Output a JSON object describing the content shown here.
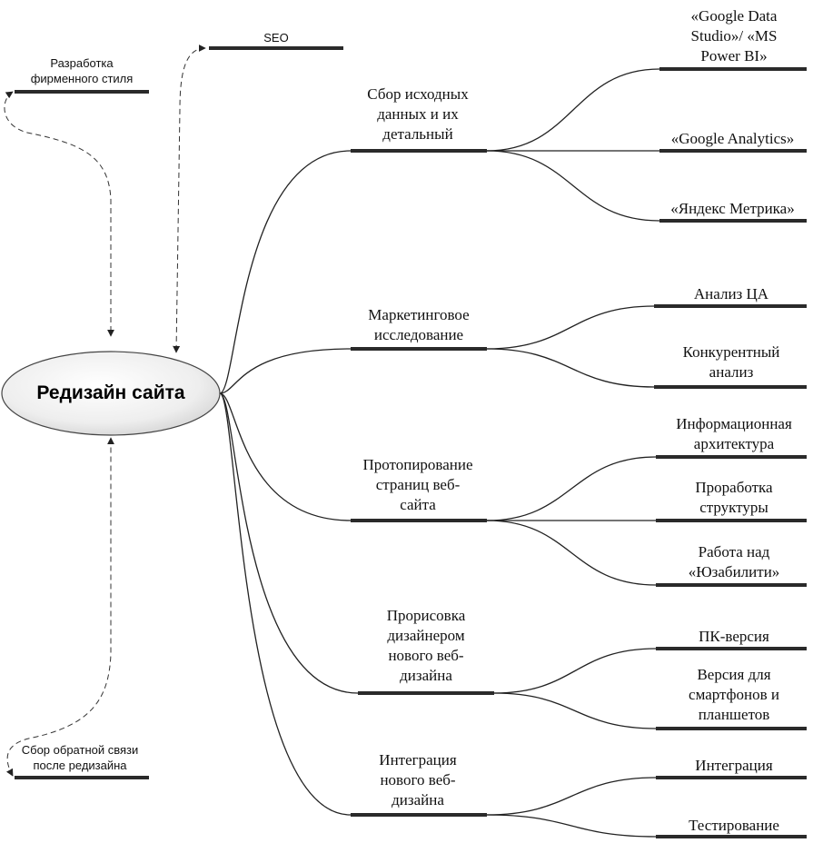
{
  "center": {
    "label": "Редизайн сайта"
  },
  "side_nodes": {
    "seo": "SEO",
    "branding": "Разработка\nфирменного стиля",
    "feedback": "Сбор обратной связи\nпосле редизайна"
  },
  "branches": [
    {
      "label": "Сбор исходных\nданных и их\nдетальный",
      "children": [
        "«Google Data\nStudio»/ «MS\nPower BI»",
        "«Google Analytics»",
        "«Яндекс Метрика»"
      ]
    },
    {
      "label": "Маркетинговое\nисследование",
      "children": [
        "Анализ ЦА",
        "Конкурентный\nанализ"
      ]
    },
    {
      "label": "Протопирование\nстраниц веб-\nсайта",
      "children": [
        "Информационная\nархитектура",
        "Проработка\nструктуры",
        "Работа над\n«Юзабилити»"
      ]
    },
    {
      "label": "Прорисовка\nдизайнером\nнового веб-\nдизайна",
      "children": [
        "ПК-версия",
        "Версия для\nсмартфонов и\nпланшетов"
      ]
    },
    {
      "label": "Интеграция\nнового веб-\nдизайна",
      "children": [
        "Интеграция",
        "Тестирование"
      ]
    }
  ]
}
